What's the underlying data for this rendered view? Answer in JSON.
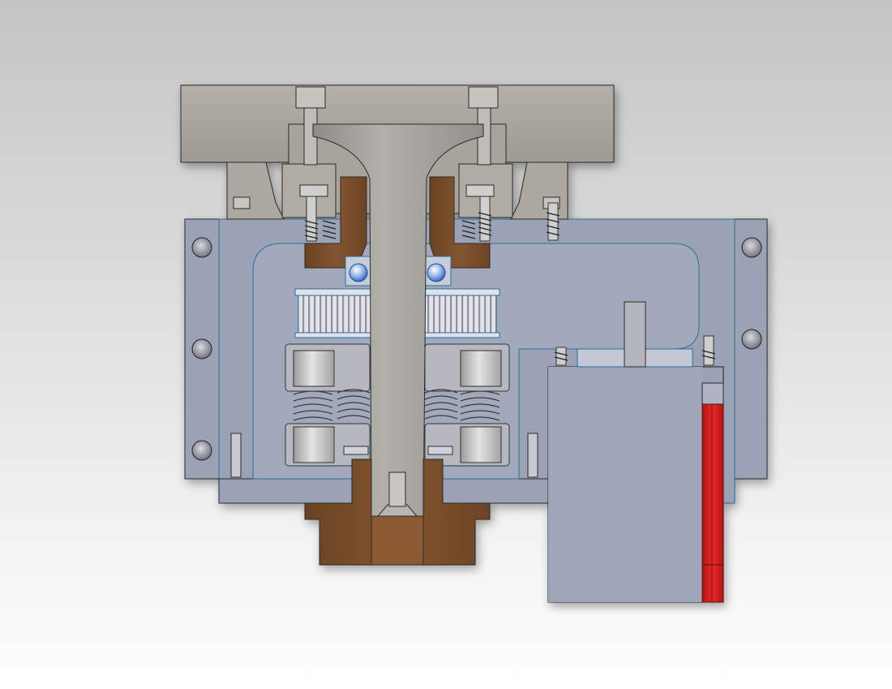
{
  "scene": {
    "view": "section-view",
    "colors": {
      "background_top": "#c4c4c4",
      "background_bottom": "#ffffff",
      "top_plate": "#a7a39b",
      "housing": "#9aa0b4",
      "housing_edge": "#2c6f9c",
      "bronze_part": "#7b4f2b",
      "shaft": "#a3a19a",
      "motor_body": "#9aa0b4",
      "motor_red_strip": "#d42020",
      "spring": "#b8b8b8",
      "bearing_ball": "#3a6ec8"
    },
    "parts": [
      "top-mounting-plate",
      "central-shaft",
      "upper-bushing",
      "lower-bushing",
      "timing-pulley",
      "ball-bearing",
      "compression-spring",
      "guide-roller",
      "housing-block",
      "side-motor",
      "motor-shaft",
      "set-screw",
      "mounting-bolt"
    ]
  }
}
